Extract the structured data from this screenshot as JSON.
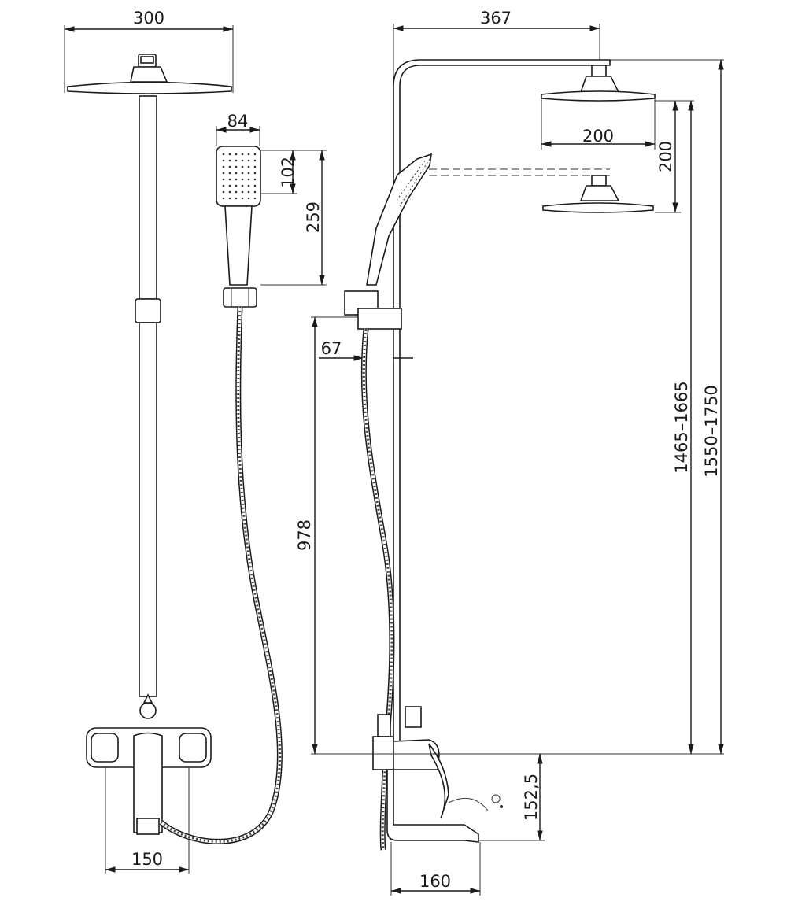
{
  "dimensions": {
    "front_head_width": "300",
    "hand_shower_width": "84",
    "hand_shower_head_height": "102",
    "hand_shower_length": "259",
    "mixer_center_distance": "150",
    "side_arm_reach": "367",
    "side_head_diameter": "200",
    "head_height_adjust": "200",
    "holder_offset": "67",
    "holder_height": "978",
    "head_height_range_lower": "1465–1665",
    "head_height_range_upper": "1550–1750",
    "spout_height": "152,5",
    "spout_reach": "160"
  }
}
